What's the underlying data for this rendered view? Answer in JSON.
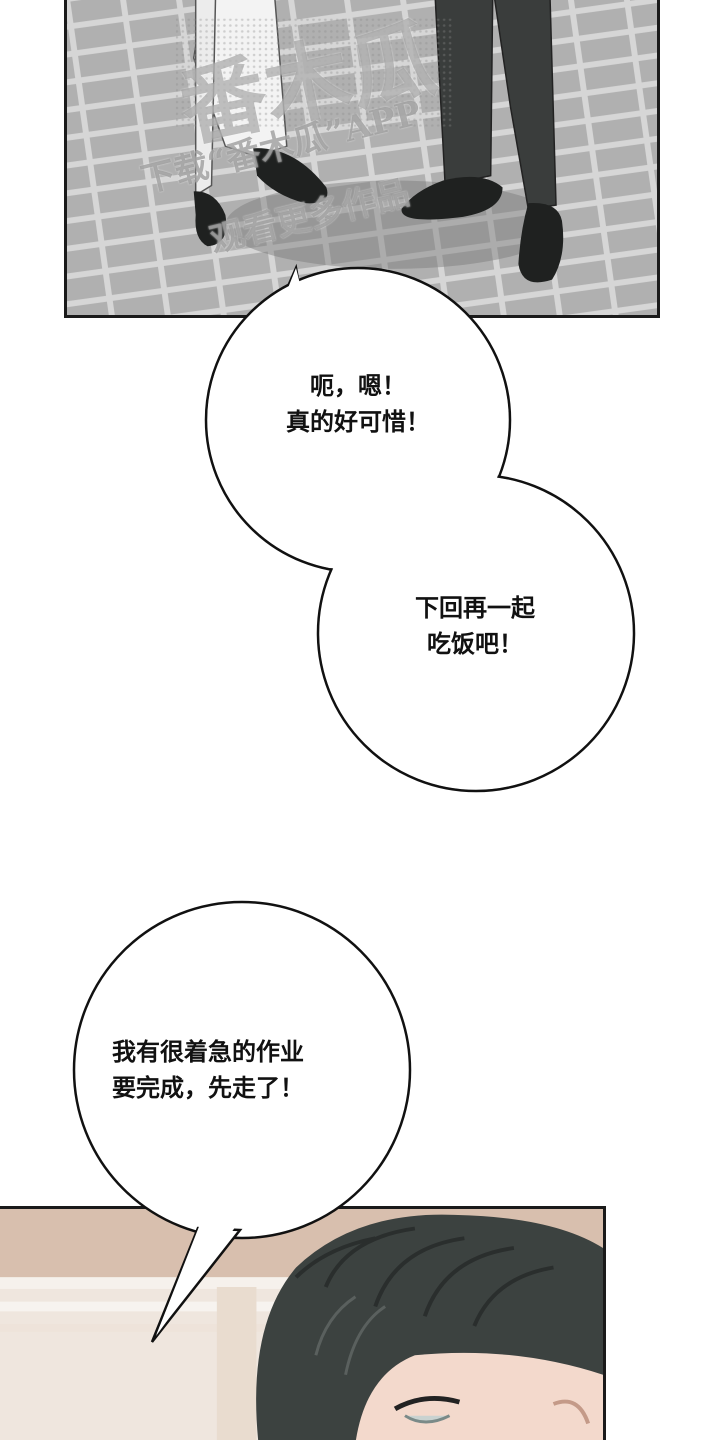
{
  "panels": {
    "top_panel": {
      "description_icon": "feet-on-paved-ground"
    },
    "bottom_panel": {
      "description_icon": "dark-haired-boy"
    }
  },
  "watermark": {
    "logo_text": "番木瓜",
    "line1": "下载“番木瓜”APP",
    "line2": "观看更多作品"
  },
  "bubbles": {
    "bubble1": {
      "line1": "呃，嗯！",
      "line2": "真的好可惜！"
    },
    "bubble2": {
      "line1": "下回再一起",
      "line2": "吃饭吧！"
    },
    "bubble3": {
      "line1": "我有很着急的作业",
      "line2": "要完成，先走了！"
    }
  },
  "colors": {
    "paving": "#b5b5b5",
    "paving_grout": "#d8d8d8",
    "trousers": "#3a3d3c",
    "white_trousers": "#f2f2f2",
    "shoes": "#1f2120",
    "hair": "#3a403e",
    "wall": "#d9c3b4",
    "bubble_fill": "#ffffff",
    "bubble_stroke": "#111111"
  }
}
